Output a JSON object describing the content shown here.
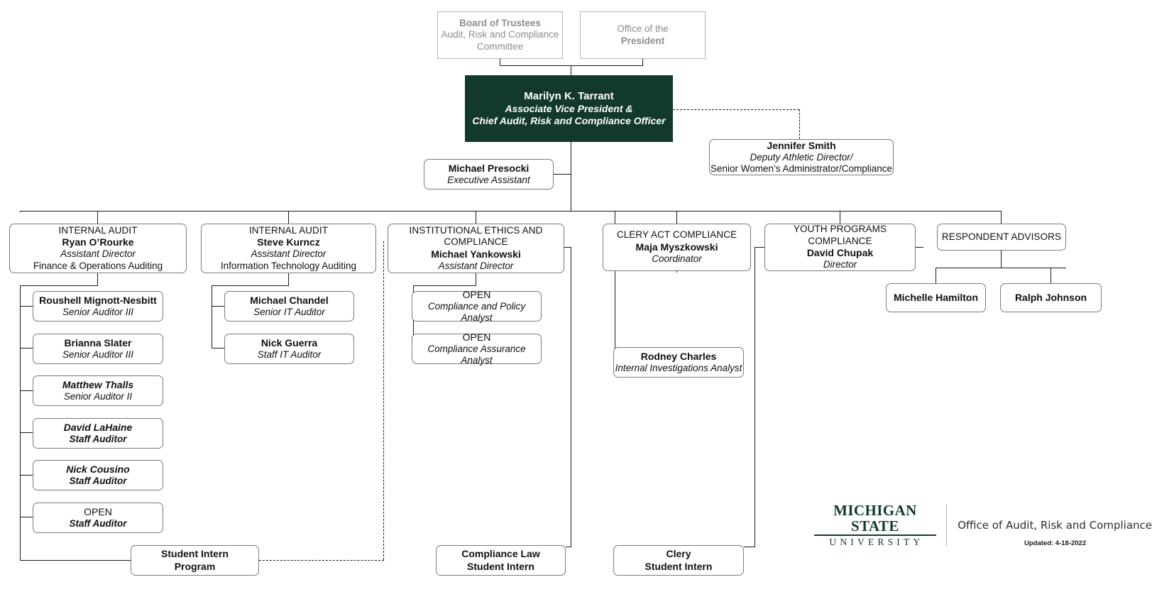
{
  "document": {
    "title": "Office of Audit, Risk and Compliance Organizational Chart",
    "updated": "Updated: 4-18-2022",
    "brand_color": "#13392c"
  },
  "logo": {
    "wordmark_top": "MICHIGAN STATE",
    "wordmark_bottom": "UNIVERSITY",
    "office": "Office of Audit, Risk and Compliance"
  },
  "governance": [
    {
      "id": "board-of-trustees",
      "line1": "Board of Trustees",
      "line2": "Audit, Risk and Compliance",
      "line3": "Committee"
    },
    {
      "id": "office-of-the-president",
      "line1": "Office of the",
      "line2": "President"
    }
  ],
  "executive": {
    "id": "marilyn-tarrant",
    "name": "Marilyn K. Tarrant",
    "title_line1": "Associate Vice President &",
    "title_line2": "Chief Audit, Risk and Compliance Officer"
  },
  "assistant": {
    "id": "michael-presocki",
    "name": "Michael Presocki",
    "title": "Executive Assistant"
  },
  "dotted_line_report": {
    "id": "jennifer-smith",
    "name": "Jennifer Smith",
    "title_line1": "Deputy Athletic Director/",
    "title_line2": "Senior Women’s Administrator/Compliance"
  },
  "divisions": [
    {
      "id": "internal-audit-finance",
      "dept": "INTERNAL AUDIT",
      "name": "Ryan O’Rourke",
      "title": "Assistant Director",
      "focus": "Finance & Operations Auditing",
      "staff": [
        {
          "id": "roushell-mignott-nesbitt",
          "name": "Roushell Mignott-Nesbitt",
          "name_italic": false,
          "title": "Senior Auditor III",
          "title_bold": false
        },
        {
          "id": "brianna-slater",
          "name": "Brianna Slater",
          "name_italic": false,
          "title": "Senior Auditor III",
          "title_bold": false
        },
        {
          "id": "matthew-thalls",
          "name": "Matthew Thalls",
          "name_italic": true,
          "title": "Senior Auditor II",
          "title_bold": false
        },
        {
          "id": "david-lahaine",
          "name": "David LaHaine",
          "name_italic": true,
          "title": "Staff Auditor",
          "title_bold": true
        },
        {
          "id": "nick-cousino",
          "name": "Nick Cousino",
          "name_italic": true,
          "title": "Staff Auditor",
          "title_bold": true
        },
        {
          "id": "open-staff-auditor",
          "name": "OPEN",
          "name_open": true,
          "title": "Staff Auditor",
          "title_bold": true
        }
      ]
    },
    {
      "id": "internal-audit-it",
      "dept": "INTERNAL AUDIT",
      "name": "Steve Kurncz",
      "title": "Assistant Director",
      "focus": "Information Technology Auditing",
      "staff": [
        {
          "id": "michael-chandel",
          "name": "Michael Chandel",
          "name_italic": false,
          "title": "Senior IT Auditor",
          "title_bold": false
        },
        {
          "id": "nick-guerra",
          "name": "Nick Guerra",
          "name_italic": false,
          "title": "Staff IT Auditor",
          "title_bold": false
        }
      ]
    },
    {
      "id": "institutional-ethics-and-compliance",
      "dept": "INSTITUTIONAL ETHICS AND COMPLIANCE",
      "name": "Michael Yankowski",
      "title": "Assistant Director",
      "focus": "",
      "staff": [
        {
          "id": "open-compliance-policy-analyst",
          "name": "OPEN",
          "name_open": true,
          "title": "Compliance and Policy Analyst",
          "title_bold": false
        },
        {
          "id": "open-compliance-assurance-analyst",
          "name": "OPEN",
          "name_open": true,
          "title": "Compliance Assurance Analyst",
          "title_bold": false
        }
      ]
    },
    {
      "id": "clery-act-compliance",
      "dept": "CLERY ACT COMPLIANCE",
      "name": "Maja Myszkowski",
      "title": "Coordinator",
      "focus": "",
      "staff": [
        {
          "id": "rodney-charles",
          "name": "Rodney Charles",
          "name_italic": false,
          "title": "Internal Investigations Analyst",
          "title_bold": false
        }
      ]
    },
    {
      "id": "youth-programs-compliance",
      "dept": "YOUTH PROGRAMS COMPLIANCE",
      "name": "David Chupak",
      "title": "Director",
      "focus": "",
      "staff": []
    },
    {
      "id": "respondent-advisors",
      "dept": "RESPONDENT ADVISORS",
      "name": "",
      "title": "",
      "focus": "",
      "staff": [
        {
          "id": "michelle-hamilton",
          "name": "Michelle Hamilton",
          "name_italic": false,
          "title": "",
          "title_bold": false
        },
        {
          "id": "ralph-johnson",
          "name": "Ralph Johnson",
          "name_italic": false,
          "title": "",
          "title_bold": false
        }
      ]
    }
  ],
  "interns": [
    {
      "id": "student-intern-program",
      "line1": "Student Intern",
      "line2": "Program"
    },
    {
      "id": "compliance-law-student-intern",
      "line1": "Compliance Law",
      "line2": "Student Intern"
    },
    {
      "id": "clery-student-intern",
      "line1": "Clery",
      "line2": "Student Intern"
    }
  ]
}
